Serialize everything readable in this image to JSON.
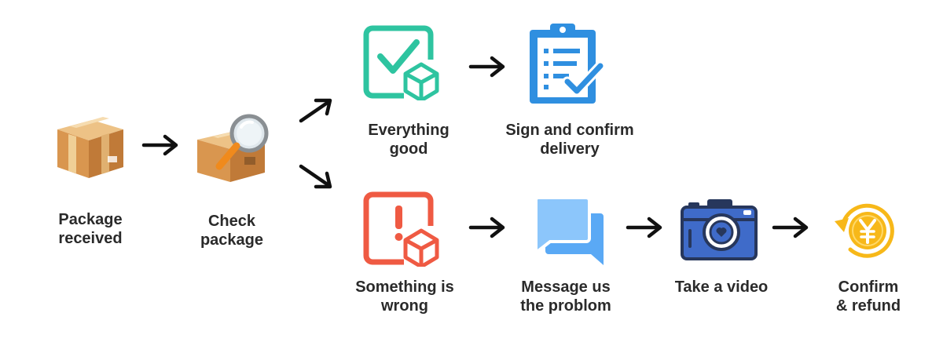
{
  "steps": {
    "received": {
      "line1": "Package",
      "line2": "received"
    },
    "check": {
      "line1": "Check",
      "line2": "package"
    },
    "good": {
      "line1": "Everything",
      "line2": "good"
    },
    "sign": {
      "line1": "Sign and confirm",
      "line2": "delivery"
    },
    "wrong": {
      "line1": "Something is",
      "line2": "wrong"
    },
    "message": {
      "line1": "Message us",
      "line2": "the problom"
    },
    "video": {
      "line1": "Take a video"
    },
    "refund": {
      "line1": "Confirm",
      "line2": "& refund"
    }
  },
  "colors": {
    "box": "#d9a05b",
    "teal": "#2ec4a0",
    "blue": "#2f8fe0",
    "red": "#ef5a43",
    "chat": "#5aa9f5",
    "camera": "#3f6bc9",
    "coin": "#f7b819"
  }
}
